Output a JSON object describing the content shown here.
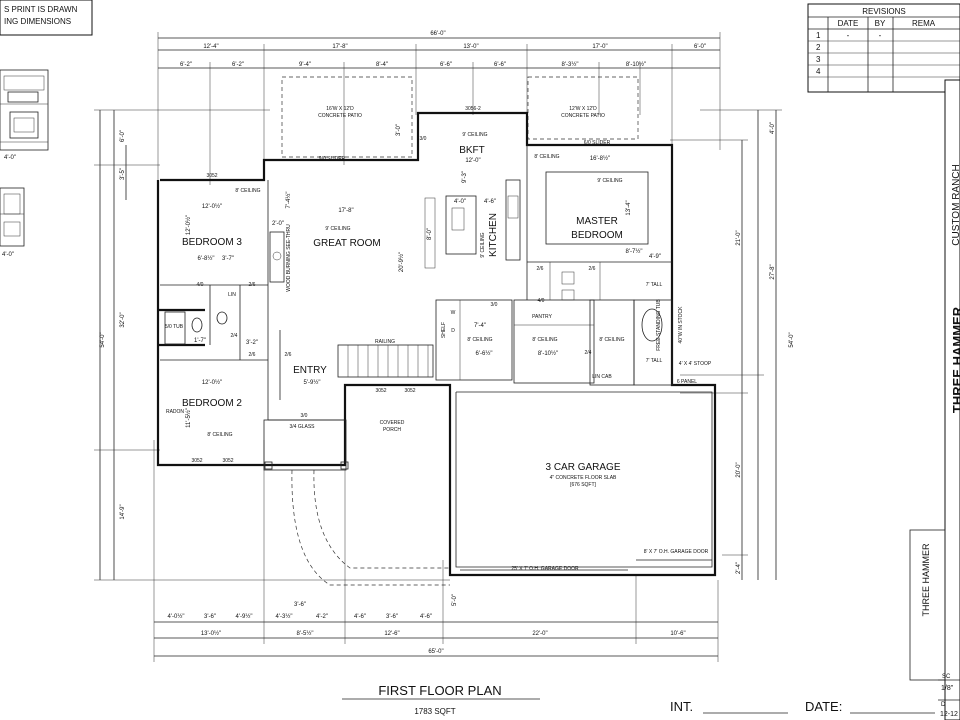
{
  "disclaimer": {
    "line1": "S PRINT IS DRAWN",
    "line2": "ING DIMENSIONS"
  },
  "revisions": {
    "title": "REVISIONS",
    "headers": [
      "DATE",
      "BY",
      "REMA"
    ],
    "rows": [
      {
        "num": "1",
        "date": "-",
        "by": "-"
      },
      {
        "num": "2",
        "date": "",
        "by": ""
      },
      {
        "num": "3",
        "date": "",
        "by": ""
      },
      {
        "num": "4",
        "date": "",
        "by": ""
      }
    ]
  },
  "title_block": {
    "project": "CUSTOM RANCH",
    "company": "THREE HAMMER",
    "company_side": "THREE HAMMER",
    "scale_label": "SC",
    "scale": "1/8\"",
    "date_label": "D",
    "date": "12-12"
  },
  "plan": {
    "title": "FIRST FLOOR PLAN",
    "sqft": "1783 SQFT",
    "int_label": "INT.",
    "date_label": "DATE:"
  },
  "rooms": {
    "bedroom3": "BEDROOM 3",
    "great_room": "GREAT ROOM",
    "bkft": "BKFT",
    "kitchen": "KITCHEN",
    "master_line1": "MASTER",
    "master_line2": "BEDROOM",
    "bedroom2": "BEDROOM 2",
    "entry": "ENTRY",
    "garage": "3 CAR GARAGE",
    "garage_note1": "4\" CONCRETE FLOOR SLAB",
    "garage_note2": "[676 SQFT]",
    "pantry": "PANTRY",
    "covered_porch_1": "COVERED",
    "covered_porch_2": "PORCH",
    "railing": "RAILING",
    "radon": "RADON"
  },
  "notes": {
    "patio_left_1": "16'W X 12'D",
    "patio_left_2": "CONCRETE PATIO",
    "patio_right_1": "12'W X 12'D",
    "patio_right_2": "CONCRETE PATIO",
    "slider_left": "9/0 SLIDER",
    "slider_right": "6/0 SLIDER",
    "window_bkft": "3056-2",
    "ceiling_9": "9' CEILING",
    "ceiling_8": "8' CEILING",
    "ceiling_8b": "8' CEILING",
    "ceiling_9b": "9' CEILING",
    "ceiling_8c": "8' CEILING",
    "ceiling_8d": "8' CEILING",
    "ceiling_8e": "8' CEILING",
    "ceiling_9_gr": "9' CEILING",
    "ceiling_9_k": "9' CEILING",
    "ceiling_8_m": "8' CEILING",
    "garage_door_main": "25' X 7' O.H. GARAGE DOOR",
    "garage_door_side": "8' X 7' O.H. GARAGE DOOR",
    "glass_34": "3/4 GLASS",
    "six_panel": "6 PANEL",
    "stoop": "4' X 4' STOOP",
    "lin": "LIN",
    "lin_cab": "LIN CAB",
    "tub": "5/0 TUB",
    "shelf": "SHELF",
    "w_label": "W",
    "d_label": "D",
    "free_tub": "FREE STANDING TUB",
    "tall_1": "7' TALL",
    "tall_2": "7' TALL",
    "in_stock": "40\"W IN STOCK",
    "fireplace": "WOOD BURNING SEE-THRU",
    "window_3052_a": "3052",
    "window_3052_b": "3052",
    "window_3052_c": "3052",
    "window_3052_d": "3052",
    "window_3052_e": "3052",
    "door_30a": "3/0",
    "door_30b": "3/0",
    "door_30c": "3/0",
    "door_26a": "2/6",
    "door_26b": "2/6",
    "door_26c": "2/6",
    "door_26d": "2/6",
    "door_26e": "2/6",
    "door_40a": "4/0",
    "door_40b": "4/0",
    "door_24a": "2/4",
    "door_24b": "2/4"
  },
  "dims": {
    "top_overall": "66'-0\"",
    "top_row1": [
      "12'-4\"",
      "17'-8\"",
      "13'-0\"",
      "17'-0\"",
      "6'-0\""
    ],
    "top_row2": [
      "6'-2\"",
      "6'-2\"",
      "9'-4\"",
      "8'-4\"",
      "6'-6\"",
      "6'-6\"",
      "8'-3½\"",
      "8'-10½\""
    ],
    "bottom_overall": "65'-0\"",
    "bottom_row1": [
      "13'-0½\"",
      "8'-5½\"",
      "12'-6\"",
      "22'-0\"",
      "10'-6\""
    ],
    "bottom_row2": [
      "4'-0½\"",
      "3'-6\"",
      "4'-9½\"",
      "4'-3½\"",
      "3'-6\"",
      "4'-2\"",
      "4'-6\"",
      "3'-6\"",
      "4'-6\""
    ],
    "left_overall": "54'-0\"",
    "left_parts": [
      "6'-0\"",
      "32'-0\"",
      "14'-9\""
    ],
    "left_small": [
      "3'-5\""
    ],
    "right_overall": "54'-0\"",
    "right_parts": [
      "21'-0\"",
      "27'-8\"",
      "20'-0\"",
      "4'-0\"",
      "2'-4\""
    ],
    "interior": {
      "gr_width": "17'-8\"",
      "bkft_width": "12'-0\"",
      "master_width": "16'-8½\"",
      "b3_width": "12'-0½\"",
      "b2_width": "12'-0½\"",
      "entry_width": "5'-9½\"",
      "master_height": "13'-4\"",
      "b3_height": "12'-0½\"",
      "b2_height": "11'-5½\"",
      "gr_height": "20'-9½\"",
      "kitchen_a": "4'-0\"",
      "kitchen_b": "4'-6\"",
      "kitchen_c": "9'-3\"",
      "kitchen_d": "8'-0\"",
      "bkft_a": "3'-0\"",
      "gr_a": "7'-4½\"",
      "gr_b": "2'-0\"",
      "hall_a": "6'-8½\"",
      "hall_b": "3'-7\"",
      "hall_c": "3'-2\"",
      "bath_a": "1'-7\"",
      "master_a": "8'-7½\"",
      "master_b": "4'-9\"",
      "laundry_a": "7'-4\"",
      "laundry_b": "6'-6½\"",
      "laundry_c": "8'-10½\"",
      "walkway": "5'-0\""
    }
  }
}
